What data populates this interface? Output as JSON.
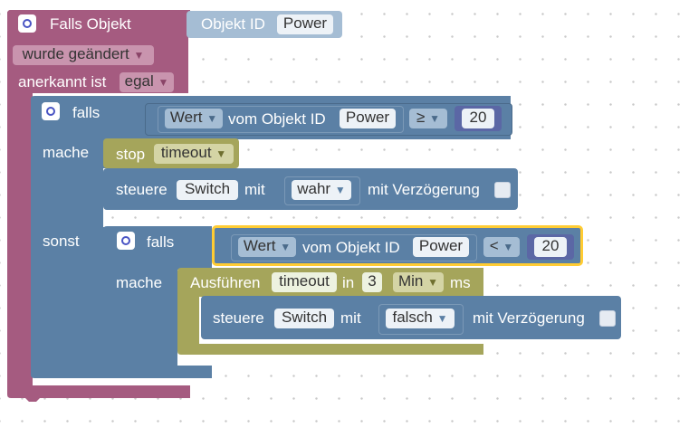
{
  "trigger": {
    "title": "Falls Objekt",
    "object_id_label": "Objekt ID",
    "object_id_value": "Power",
    "changed_option": "wurde geändert",
    "ack_label": "anerkannt ist",
    "ack_option": "egal"
  },
  "if_block": {
    "falls_label": "falls",
    "mache_label": "mache",
    "sonst_label": "sonst",
    "condition": {
      "value_option": "Wert",
      "from_label": "vom Objekt ID",
      "object_value": "Power",
      "operator": "≥",
      "number": "20"
    }
  },
  "stop_block": {
    "label": "stop",
    "timer_name": "timeout"
  },
  "control_1": {
    "label": "steuere",
    "target": "Switch",
    "with_label": "mit",
    "value_option": "wahr",
    "delay_label": "mit Verzögerung"
  },
  "inner_if": {
    "falls_label": "falls",
    "mache_label": "mache",
    "condition": {
      "value_option": "Wert",
      "from_label": "vom Objekt ID",
      "object_value": "Power",
      "operator": "<",
      "number": "20"
    }
  },
  "timeout_block": {
    "label": "Ausführen",
    "timer_name": "timeout",
    "in_label": "in",
    "amount": "3",
    "unit_option": "Min",
    "ms_label": "ms"
  },
  "control_2": {
    "label": "steuere",
    "target": "Switch",
    "with_label": "mit",
    "value_option": "falsch",
    "delay_label": "mit Verzögerung"
  },
  "icons": {
    "settings": "gear-icon",
    "dropdown": "triangle-down-icon"
  },
  "colors": {
    "trigger": "#a55b80",
    "logic": "#5b80a5",
    "timer": "#a5a55b",
    "compare_inner": "#5b67a5",
    "selection": "#fc3"
  }
}
